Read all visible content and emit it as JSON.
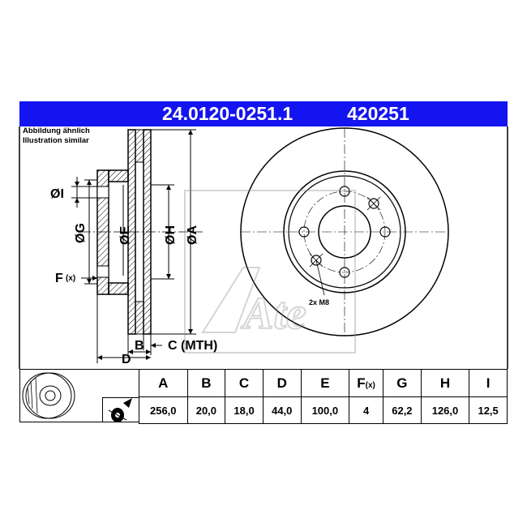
{
  "header": {
    "part_number": "24.0120-0251.1",
    "code": "420251",
    "bg_color": "#1414f0",
    "text_color": "#ffffff"
  },
  "caption": {
    "line1": "Abbildung ähnlich",
    "line2": "Illustration similar"
  },
  "side_view_labels": {
    "I": "ØI",
    "G": "ØG",
    "E": "ØE",
    "H": "ØH",
    "A": "ØA",
    "F": "F",
    "F_sub": "(x)",
    "B": "B",
    "C": "C (MTH)",
    "D": "D"
  },
  "front_view": {
    "thread_note": "2x M8",
    "logo": "Ate"
  },
  "table": {
    "columns": [
      "A",
      "B",
      "C",
      "D",
      "E",
      "F",
      "G",
      "H",
      "I"
    ],
    "column_F_suffix": "(x)",
    "values": [
      "256,0",
      "20,0",
      "18,0",
      "44,0",
      "100,0",
      "4",
      "62,2",
      "126,0",
      "12,5"
    ]
  },
  "icons": {
    "disc_thumbnail": "brake-disc-thumbnail-icon",
    "warning": "disc-warning-icon"
  }
}
